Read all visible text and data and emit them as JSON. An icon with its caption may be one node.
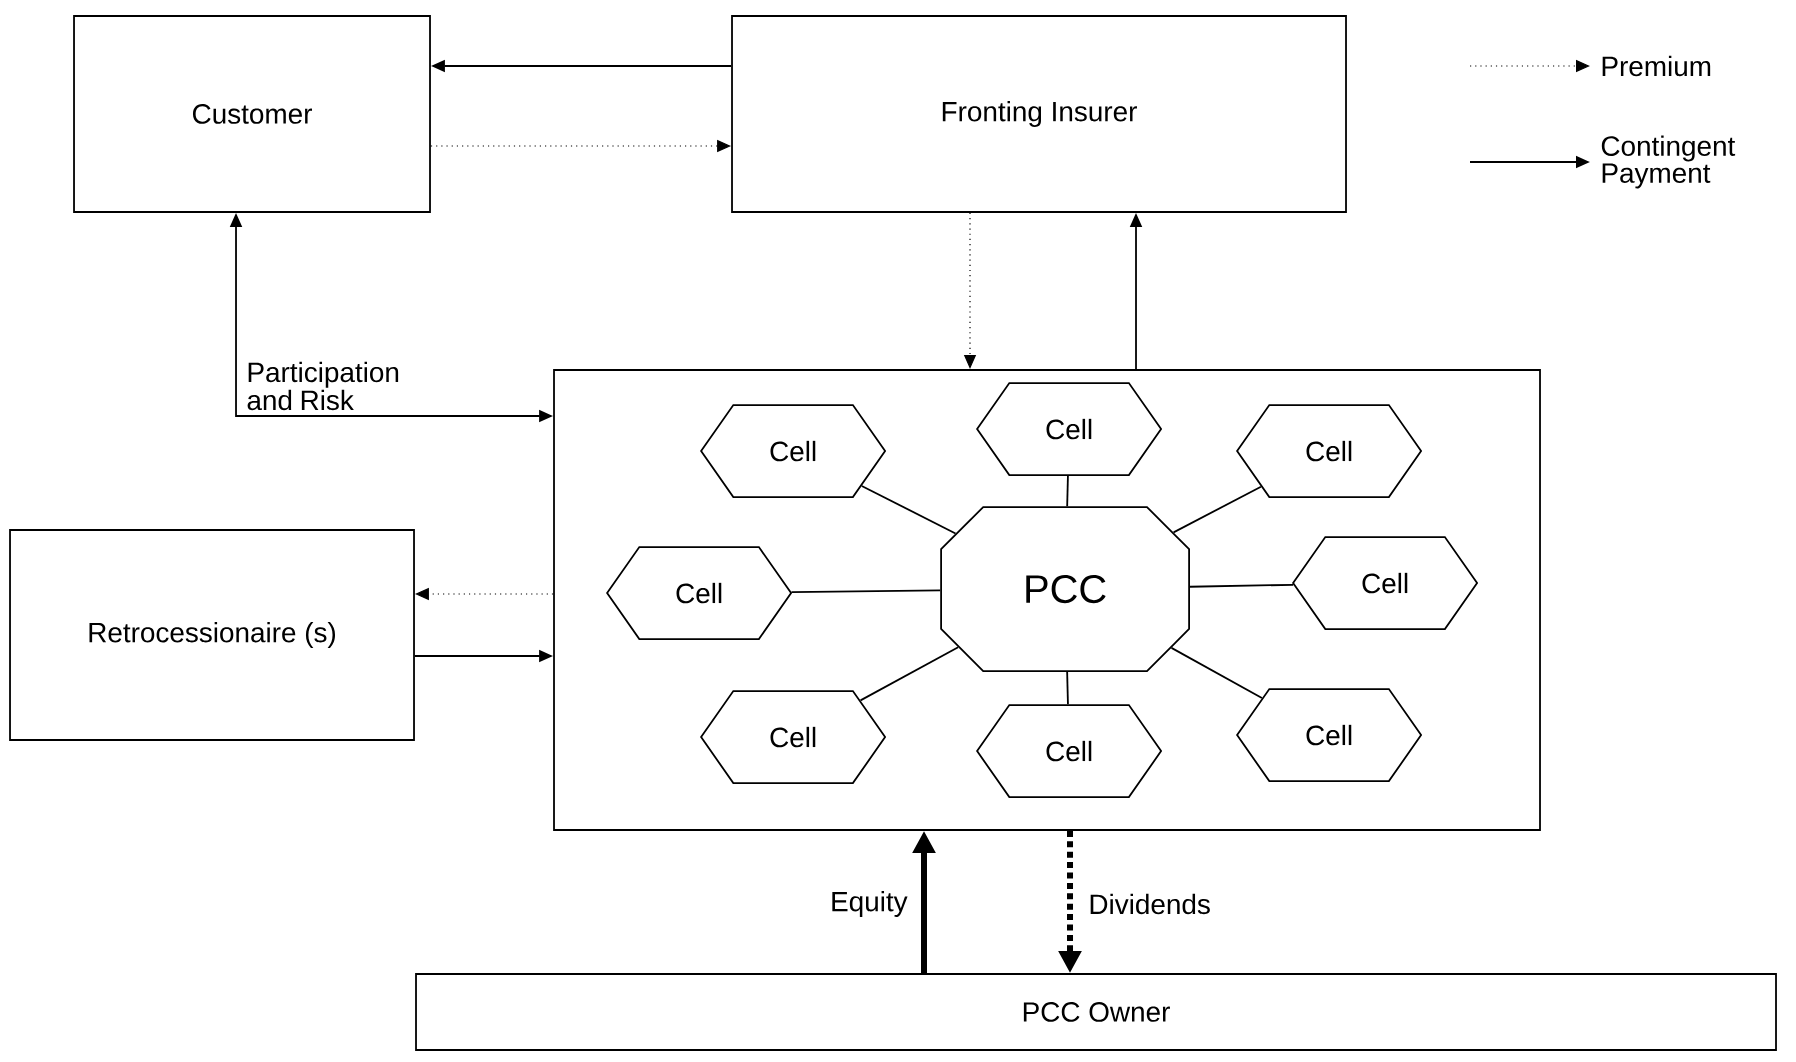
{
  "diagram": {
    "nodes": [
      {
        "text": [
          "Customer"
        ]
      },
      {
        "text": [
          "Fronting Insurer"
        ]
      },
      {
        "text": [],
        "shape": "box"
      },
      {
        "text": [
          "PCC"
        ],
        "in": 2
      },
      {
        "text": [
          "Cell"
        ],
        "in": 2
      },
      {
        "text": [
          "Cell"
        ],
        "in": 2
      },
      {
        "text": [
          "Cell"
        ],
        "in": 2
      },
      {
        "text": [
          "Cell"
        ],
        "in": 2
      },
      {
        "text": [
          "Cell"
        ],
        "in": 2
      },
      {
        "text": [
          "Cell"
        ],
        "in": 2
      },
      {
        "text": [
          "Cell"
        ],
        "in": 2
      },
      {
        "text": [
          "Cell"
        ],
        "in": 2
      },
      {
        "text": [
          "Retrocessionaire  (s)"
        ]
      },
      {
        "text": [
          "PCC Owner"
        ]
      }
    ],
    "edges": [
      {
        "from": 1,
        "to": 0,
        "arrow": "to"
      },
      {
        "from": 0,
        "to": 1,
        "arrow": "to",
        "style": "dashed"
      },
      {
        "from": 1,
        "to": 2,
        "arrow": "to",
        "style": "dashed"
      },
      {
        "from": 2,
        "to": 1,
        "arrow": "to"
      },
      {
        "from": 0,
        "to": 2,
        "arrow": "both",
        "label": "Participation and Risk"
      },
      {
        "from": 2,
        "to": 12,
        "arrow": "to",
        "style": "dashed"
      },
      {
        "from": 12,
        "to": 2,
        "arrow": "to"
      },
      {
        "from": 13,
        "to": 2,
        "arrow": "to",
        "style": "thick",
        "label": "Equity"
      },
      {
        "from": 2,
        "to": 13,
        "arrow": "to",
        "style": "dashed",
        "label": "Dividends"
      },
      {
        "from": 3,
        "to": 4,
        "arrow": "none"
      },
      {
        "from": 3,
        "to": 5,
        "arrow": "none"
      },
      {
        "from": 3,
        "to": 6,
        "arrow": "none"
      },
      {
        "from": 3,
        "to": 7,
        "arrow": "none"
      },
      {
        "from": 3,
        "to": 8,
        "arrow": "none"
      },
      {
        "from": 3,
        "to": 9,
        "arrow": "none"
      },
      {
        "from": 3,
        "to": 10,
        "arrow": "none"
      },
      {
        "from": 3,
        "to": 11,
        "arrow": "none"
      }
    ],
    "legend": [
      {
        "text": "Premium"
      },
      {
        "text": "Contingent Payment"
      }
    ]
  }
}
